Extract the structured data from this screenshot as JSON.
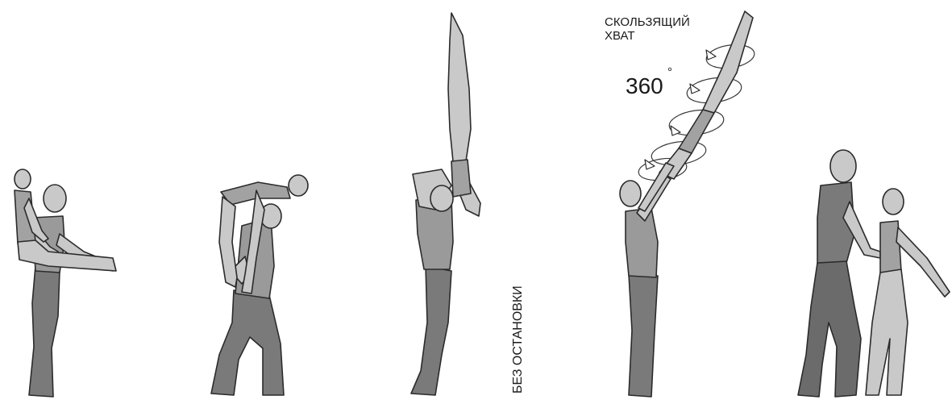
{
  "labels": {
    "sliding_grip_line1": "СКОЛЬЗЯЩИЙ",
    "sliding_grip_line2": "ХВАТ",
    "rotation_angle": "360",
    "degree_mark": "°",
    "no_stop": "БЕЗ ОСТАНОВКИ"
  },
  "colors": {
    "background": "#ffffff",
    "outline": "#2b2b2b",
    "skin_light": "#c9c9c9",
    "torso_mid": "#a2a2a2",
    "legs_dark": "#7a7a7a",
    "legs_darker": "#6b6b6b"
  }
}
